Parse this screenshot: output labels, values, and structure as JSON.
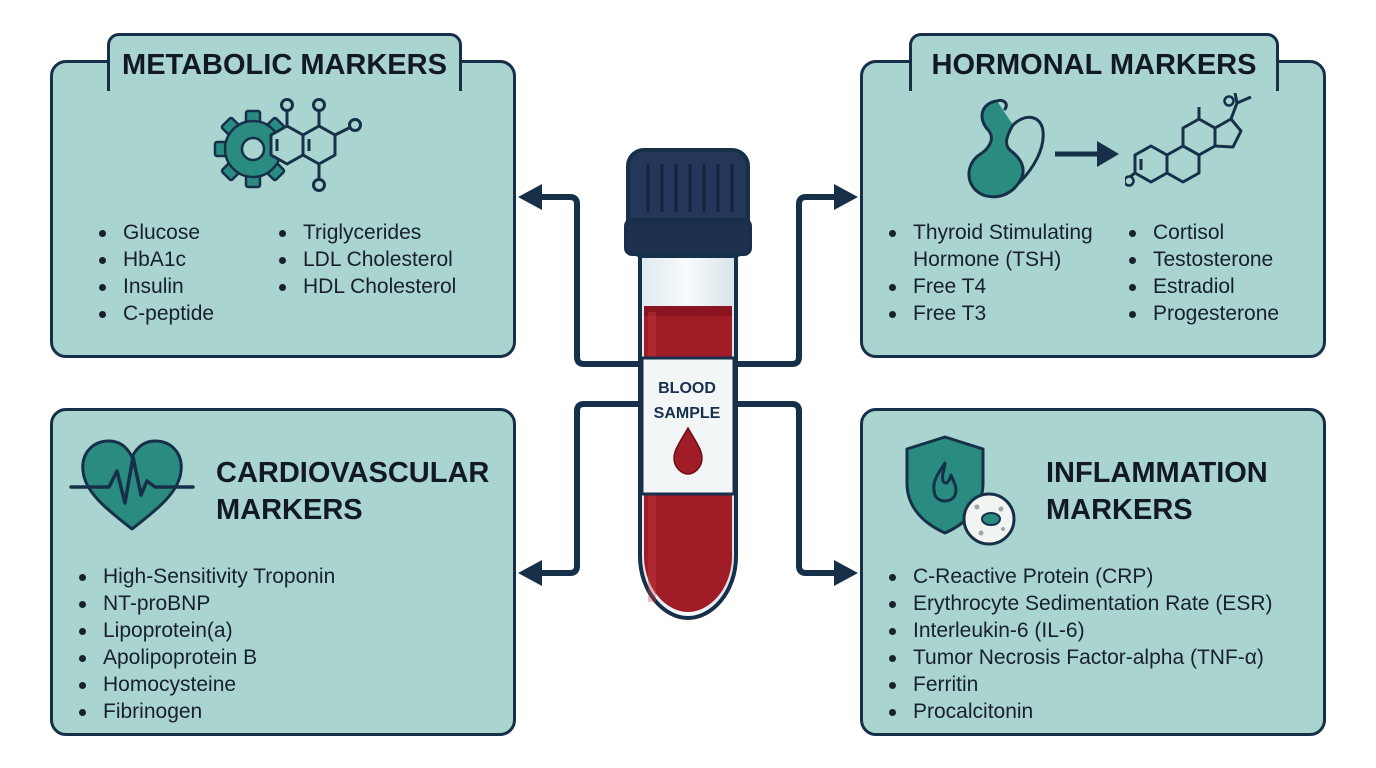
{
  "center": {
    "label_line1": "BLOOD",
    "label_line2": "SAMPLE"
  },
  "colors": {
    "panel_fill": "#a9d4cf",
    "border_navy": "#173049",
    "icon_teal": "#2a8c80",
    "blood_red": "#a01c26"
  },
  "panels": {
    "metabolic": {
      "title": "METABOLIC MARKERS",
      "icon": "gear-molecule-icon",
      "col1": [
        "Glucose",
        "HbA1c",
        "Insulin",
        "C-peptide"
      ],
      "col2": [
        "Triglycerides",
        "LDL Cholesterol",
        "HDL Cholesterol"
      ]
    },
    "hormonal": {
      "title": "HORMONAL MARKERS",
      "icons": [
        "gland-icon",
        "arrow-icon",
        "steroid-molecule-icon"
      ],
      "col1": [
        "Thyroid Stimulating Hormone (TSH)",
        "Free T4",
        "Free T3"
      ],
      "col2": [
        "Cortisol",
        "Testosterone",
        "Estradiol",
        "Progesterone"
      ]
    },
    "cardiovascular": {
      "title_line1": "CARDIOVASCULAR",
      "title_line2": "MARKERS",
      "icon": "heart-pulse-icon",
      "items": [
        "High-Sensitivity Troponin",
        "NT-proBNP",
        "Lipoprotein(a)",
        "Apolipoprotein B",
        "Homocysteine",
        "Fibrinogen"
      ]
    },
    "inflammation": {
      "title_line1": "INFLAMMATION",
      "title_line2": "MARKERS",
      "icon": "shield-flame-cell-icon",
      "items": [
        "C-Reactive Protein (CRP)",
        "Erythrocyte Sedimentation Rate (ESR)",
        "Interleukin-6 (IL-6)",
        "Tumor Necrosis Factor-alpha (TNF-α)",
        "Ferritin",
        "Procalcitonin"
      ]
    }
  }
}
